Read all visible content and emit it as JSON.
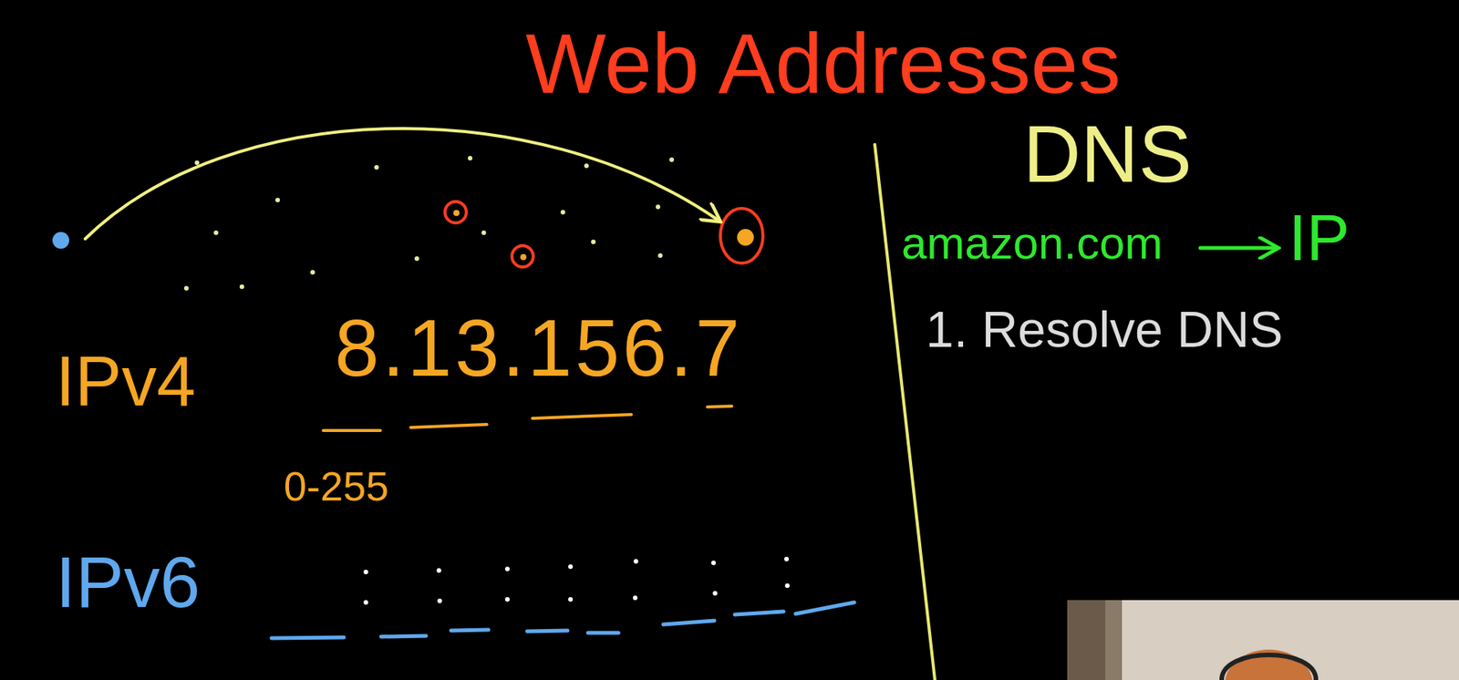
{
  "diagram": {
    "title": "Web Addresses",
    "labels": [
      "DNS",
      "amazon.com",
      "IP",
      "1. Resolve DNS",
      "IPv4",
      "8.13.156.7",
      "0-255",
      "IPv6"
    ]
  }
}
